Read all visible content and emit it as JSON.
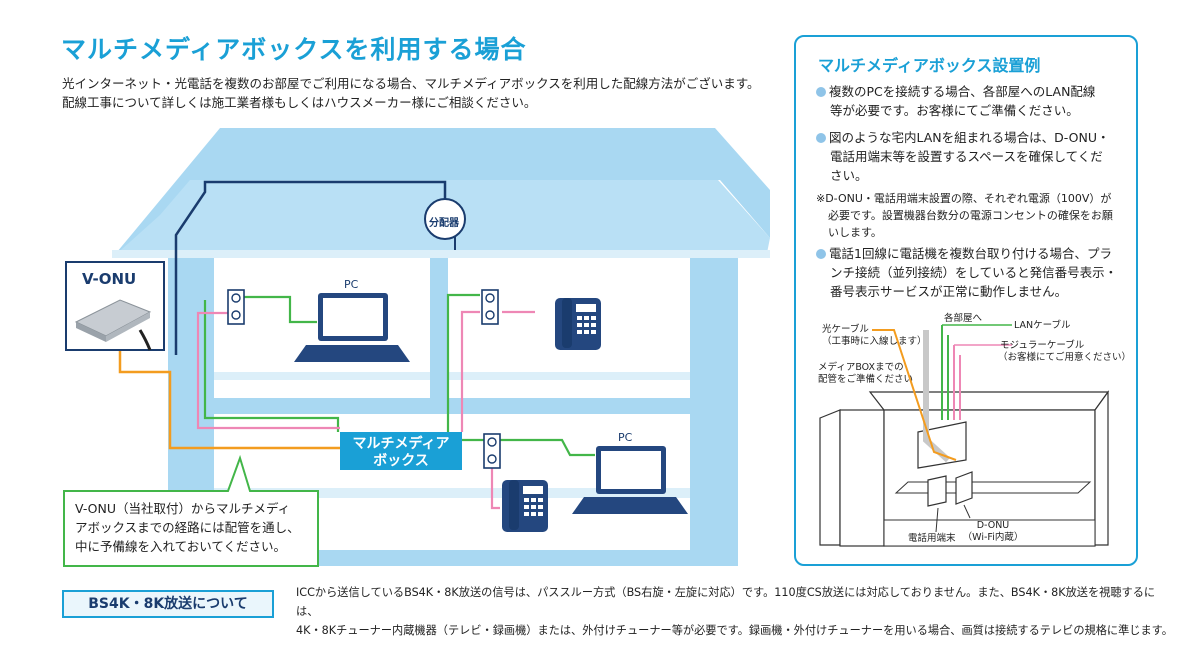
{
  "title": "マルチメディアボックスを利用する場合",
  "intro": {
    "line1": "光インターネット・光電話を複数のお部屋でご利用になる場合、マルチメディアボックスを利用した配線方法がございます。",
    "line2": "配線工事について詳しくは施工業者様もしくはハウスメーカー様にご相談ください。"
  },
  "diagram": {
    "vonu_label": "V-ONU",
    "splitter_label": "分配器",
    "pc_label_upper": "PC",
    "pc_label_lower": "PC",
    "mmbox_line1": "マルチメディア",
    "mmbox_line2": "ボックス",
    "callout_line1": "V-ONU（当社取付）からマルチメディ",
    "callout_line2": "アボックスまでの経路には配管を通し、",
    "callout_line3": "中に予備線を入れておいてください。",
    "colors": {
      "house": "#a9d8f2",
      "house_dark": "#8cc9ec",
      "floor": "#dceff9",
      "orange_cable": "#f39c1f",
      "green_cable": "#43b649",
      "pink_cable": "#ee87b5",
      "navy_cable": "#1a3c6e",
      "device_navy": "#24477f",
      "mmbox_blue": "#1aa0d6"
    }
  },
  "panel": {
    "title": "マルチメディアボックス設置例",
    "item1_line1": "複数のPCを接続する場合、各部屋へのLAN配線",
    "item1_line2": "等が必要です。お客様にてご準備ください。",
    "item2_line1": "図のような宅内LANを組まれる場合は、D-ONU・",
    "item2_line2": "電話用端末等を設置するスペースを確保してくだ",
    "item2_line3": "さい。",
    "note_line1": "※D-ONU・電話用端末設置の際、それぞれ電源（100V）が",
    "note_line2": "必要です。設置機器台数分の電源コンセントの確保をお願",
    "note_line3": "いします。",
    "item3_line1": "電話1回線に電話機を複数台取り付ける場合、プラ",
    "item3_line2": "ンチ接続（並列接続）をしていると発信番号表示・",
    "item3_line3": "番号表示サービスが正常に動作しません。",
    "fiber_label_1": "光ケーブル",
    "fiber_label_2": "（工事時に入線します）",
    "rooms_label": "各部屋へ",
    "lan_label": "LANケーブル",
    "modular_label": "モジュラーケーブル",
    "prepare_label": "（お客様にてご用意ください）",
    "pipe_label_1": "メディアBOXまでの",
    "pipe_label_2": "配管をご準備ください",
    "donu_label_1": "D-ONU",
    "donu_label_2": "（Wi-Fi内蔵）",
    "phone_terminal_label": "電話用端末"
  },
  "bottom": {
    "heading": "BS4K・8K放送について",
    "line1": "ICCから送信しているBS4K・8K放送の信号は、パススルー方式（BS右旋・左旋に対応）です。110度CS放送には対応しておりません。また、BS4K・8K放送を視聴するには、",
    "line2": "4K・8Kチューナー内蔵機器（テレビ・録画機）または、外付けチューナー等が必要です。録画機・外付けチューナーを用いる場合、画質は接続するテレビの規格に準じます。"
  }
}
